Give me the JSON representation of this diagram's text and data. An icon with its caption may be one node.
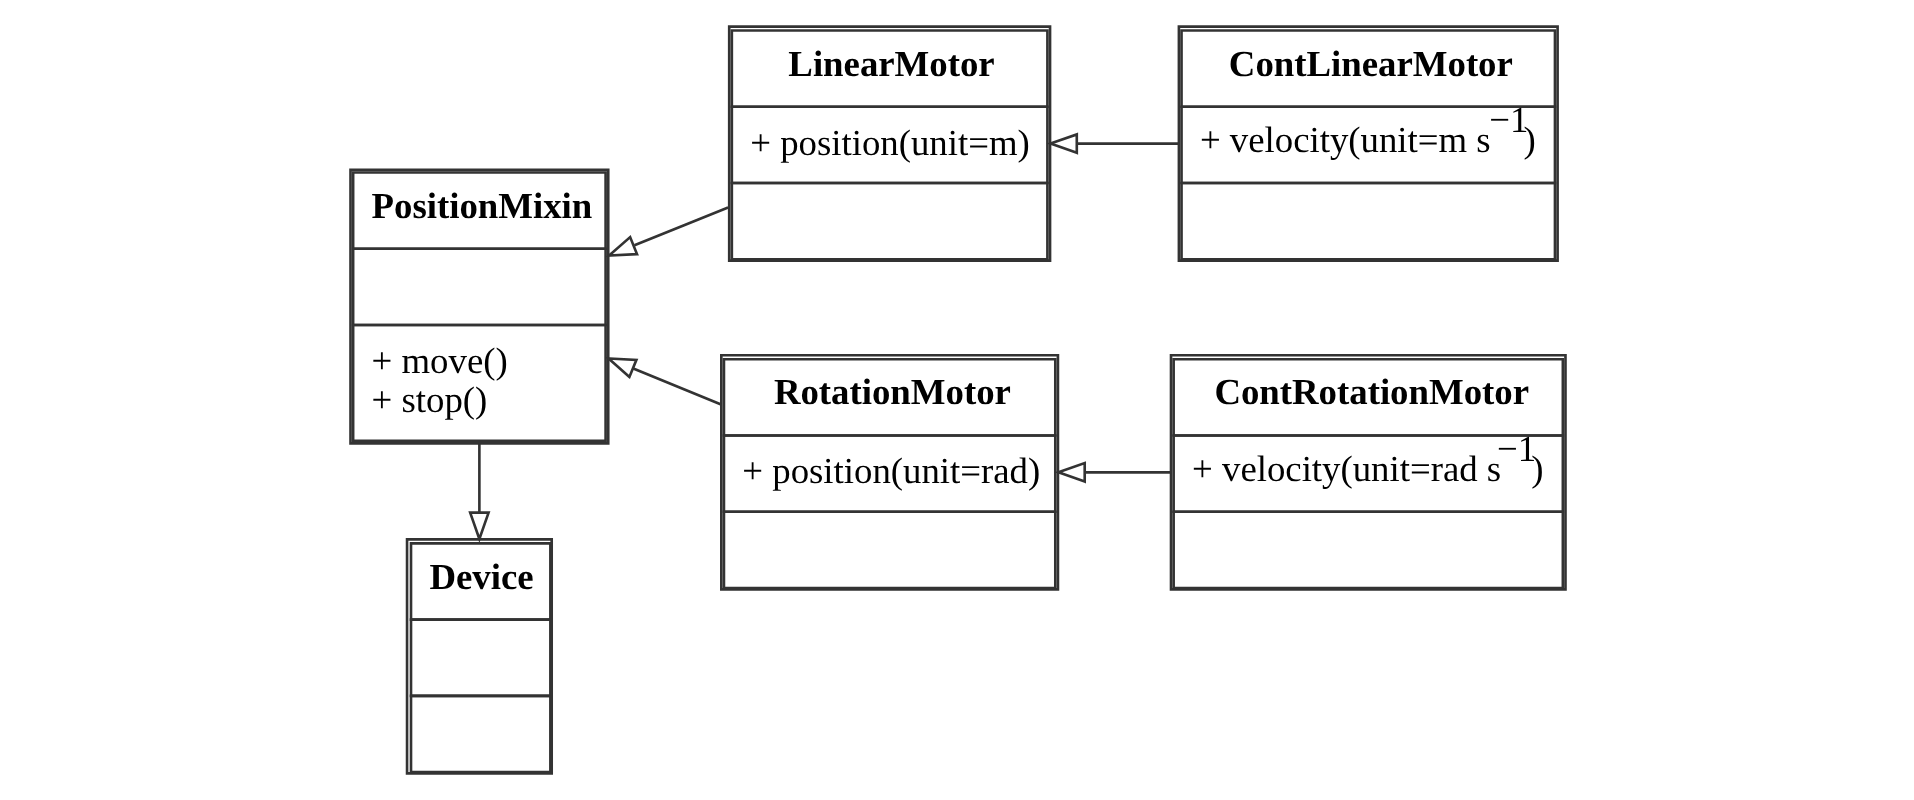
{
  "diagram": {
    "nodes": [
      {
        "text": [
          "PositionMixin",
          "+ move()",
          "+ stop()"
        ]
      },
      {
        "text": [
          "LinearMotor",
          "+ position(unit=m)"
        ]
      },
      {
        "text": [
          "ContLinearMotor",
          "+ velocity(unit=m s$^{−1}$)"
        ]
      },
      {
        "text": [
          "Device"
        ]
      },
      {
        "text": [
          "RotationMotor",
          "+ position(unit=rad)"
        ]
      },
      {
        "text": [
          "ContRotationMotor",
          "+ velocity(unit=rad s$^{−1}$)"
        ]
      }
    ],
    "edges": [
      {
        "from": 1,
        "to": 0,
        "arrow": "to"
      },
      {
        "from": 2,
        "to": 1,
        "arrow": "to"
      },
      {
        "from": 0,
        "to": 3,
        "arrow": "to"
      },
      {
        "from": 4,
        "to": 0,
        "arrow": "to"
      },
      {
        "from": 5,
        "to": 4,
        "arrow": "to"
      }
    ]
  }
}
